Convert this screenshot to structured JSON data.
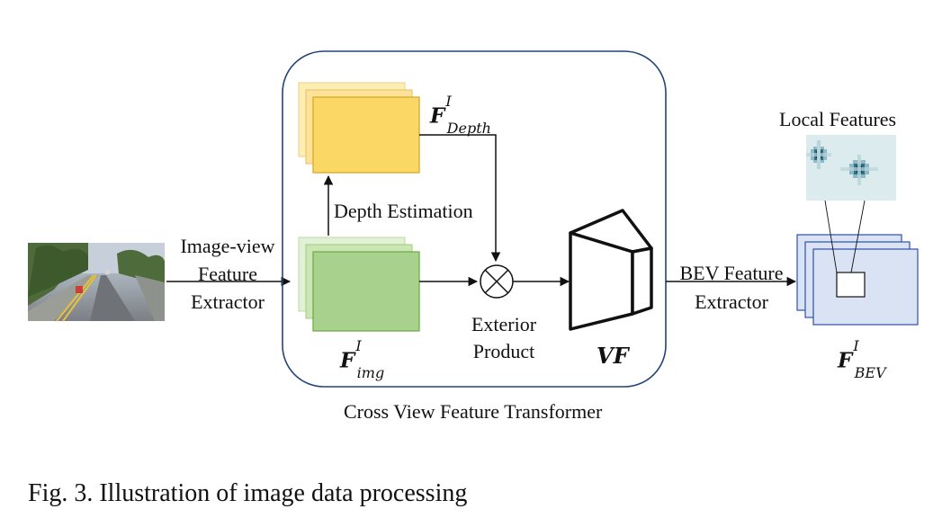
{
  "labels": {
    "image_view_extractor": [
      "Image-view",
      "Feature",
      "Extractor"
    ],
    "depth_estimation": "Depth Estimation",
    "exterior_product": [
      "Exterior",
      "Product"
    ],
    "bev_extractor": [
      "BEV Feature",
      "Extractor"
    ],
    "local_features": "Local Features",
    "cross_view": "Cross View Feature Transformer",
    "caption": "Fig. 3.  Illustration of image data processing"
  },
  "math": {
    "f_depth": {
      "base": "F",
      "sup": "I",
      "sub": "Depth"
    },
    "f_img": {
      "base": "F",
      "sup": "I",
      "sub": "img"
    },
    "vf": "VF",
    "f_bev": {
      "base": "F",
      "sup": "I",
      "sub": "BEV"
    }
  },
  "colors": {
    "depth_fill": "#fbd865",
    "depth_stroke": "#d9a92a",
    "img_fill": "#a9d18e",
    "img_stroke": "#70ad47",
    "bev_fill": "#dae3f3",
    "bev_stroke": "#2f4fa8",
    "container_stroke": "#24437a",
    "local_bg": "#dcecee",
    "local_blob": "#1a5a6e"
  }
}
